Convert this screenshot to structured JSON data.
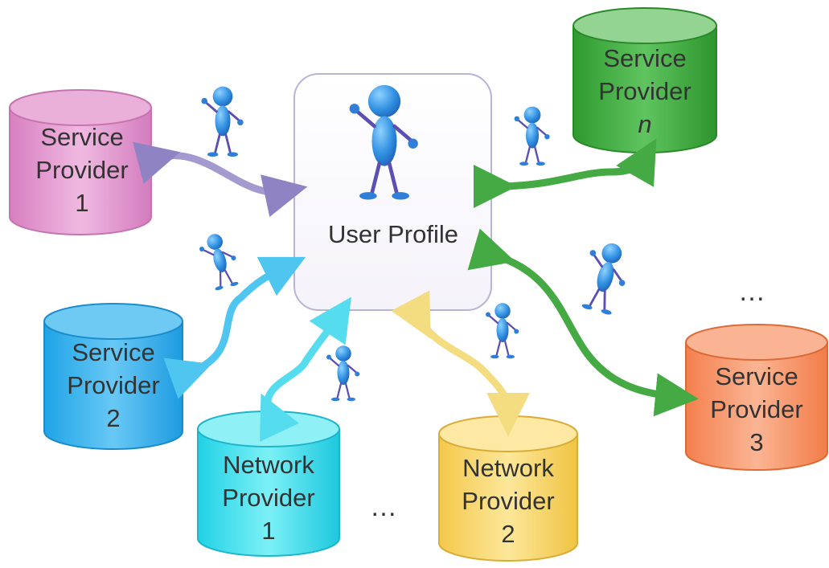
{
  "center": {
    "label": "User Profile"
  },
  "nodes": [
    {
      "id": "sp1",
      "line1": "Service",
      "line2": "Provider",
      "line3": "1",
      "italic": false,
      "color": "#e7a3d3"
    },
    {
      "id": "sp2",
      "line1": "Service",
      "line2": "Provider",
      "line3": "2",
      "italic": false,
      "color": "#3fb3ec"
    },
    {
      "id": "np1",
      "line1": "Network",
      "line2": "Provider",
      "line3": "1",
      "italic": false,
      "color": "#4fe2ee"
    },
    {
      "id": "np2",
      "line1": "Network",
      "line2": "Provider",
      "line3": "2",
      "italic": false,
      "color": "#f8d86e"
    },
    {
      "id": "sp3",
      "line1": "Service",
      "line2": "Provider",
      "line3": "3",
      "italic": false,
      "color": "#f79a6e"
    },
    {
      "id": "spn",
      "line1": "Service",
      "line2": "Provider",
      "line3": "n",
      "italic": true,
      "color": "#43b043"
    }
  ],
  "ellipses": {
    "right": "…",
    "bottom": "…"
  },
  "arrow_colors": {
    "sp1": "#9a8cc9",
    "sp2": "#4fc6ef",
    "np1": "#55dcef",
    "np2": "#f6e08c",
    "sp3": "#4ba84a",
    "spn": "#4ba84a"
  },
  "figure_icon": "user-figure-icon"
}
